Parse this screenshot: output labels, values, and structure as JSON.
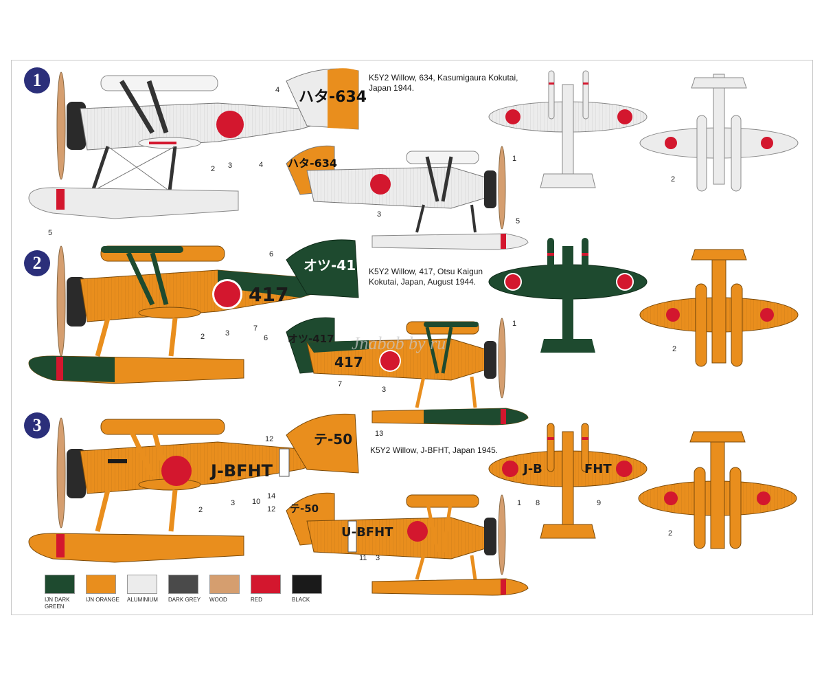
{
  "profiles": [
    {
      "number": "1",
      "caption": "K5Y2 Willow, 634, Kasumigaura Kokutai,\nJapan 1944.",
      "tail_marking": "ハタ-634",
      "side_code": "",
      "wing_code_left": "",
      "wing_code_right": "",
      "callouts": [
        "4",
        "2",
        "3",
        "5",
        "4",
        "3",
        "5",
        "1",
        "2"
      ]
    },
    {
      "number": "2",
      "caption": "K5Y2 Willow, 417, Otsu Kaigun\nKokutai, Japan, August 1944.",
      "tail_marking": "オツ-417",
      "side_code": "417",
      "wing_code_left": "",
      "wing_code_right": "",
      "callouts": [
        "6",
        "2",
        "3",
        "7",
        "6",
        "7",
        "3",
        "1",
        "2"
      ]
    },
    {
      "number": "3",
      "caption": "K5Y2 Willow, J-BFHT, Japan 1945.",
      "tail_marking": "テ-50",
      "side_code": "J-BFHT",
      "side_code_small": "U-BFHT",
      "wing_code_left": "J-B",
      "wing_code_right": "FHT",
      "callouts": [
        "12",
        "13",
        "2",
        "3",
        "10",
        "14",
        "12",
        "11",
        "3",
        "1",
        "8",
        "9",
        "2"
      ]
    }
  ],
  "watermark": "Jnabob by ru",
  "colors": {
    "ijn_dark_green": "#1e4a2f",
    "ijn_orange": "#e98e1d",
    "aluminium": "#ececec",
    "dark_grey": "#4a4a4a",
    "wood": "#d59e6f",
    "red": "#d3172e",
    "black": "#1a1a1a",
    "badge": "#2b2f7a"
  },
  "legend": [
    {
      "label": "IJN DARK\nGREEN",
      "color": "#1e4a2f"
    },
    {
      "label": "IJN\nORANGE",
      "color": "#e98e1d"
    },
    {
      "label": "ALUMINIUM",
      "color": "#ececec"
    },
    {
      "label": "DARK\nGREY",
      "color": "#4a4a4a"
    },
    {
      "label": "WOOD",
      "color": "#d59e6f"
    },
    {
      "label": "RED",
      "color": "#d3172e"
    },
    {
      "label": "BLACK",
      "color": "#1a1a1a"
    }
  ]
}
